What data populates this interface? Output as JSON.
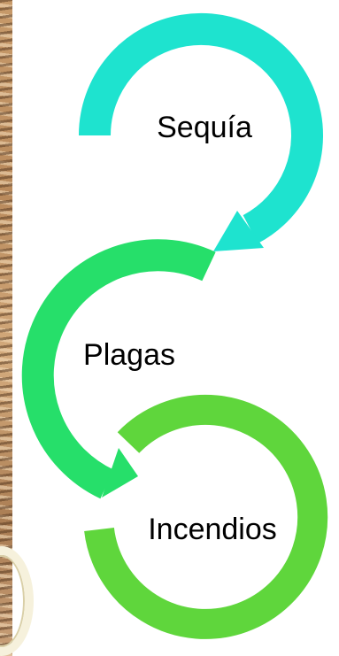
{
  "diagram": {
    "type": "cycle-arrows",
    "items": [
      {
        "label": "Sequía",
        "color": "#1ee3cf"
      },
      {
        "label": "Plagas",
        "color": "#26df6a"
      },
      {
        "label": "Incendios",
        "color": "#5fd63c"
      }
    ]
  }
}
